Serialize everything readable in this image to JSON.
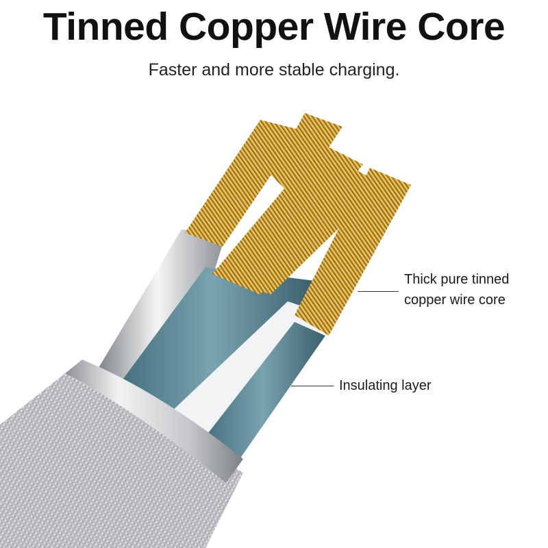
{
  "header": {
    "title": "Tinned Copper Wire Core",
    "subtitle": "Faster and more stable charging."
  },
  "callouts": [
    {
      "line1": "Thick pure tinned",
      "line2": "copper wire core"
    },
    {
      "line1": "Insulating layer"
    }
  ],
  "colors": {
    "copper": "#C89A3A",
    "insulation": "#5E8896",
    "sleeve": "#C8CACC",
    "ring": "#E6E7E8"
  }
}
